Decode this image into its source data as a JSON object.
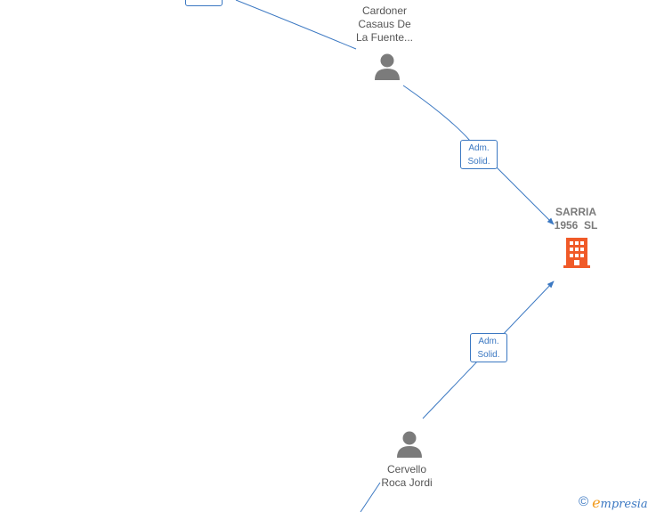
{
  "nodes": {
    "person_top": {
      "name_lines": [
        "Cardoner",
        "Casaus De",
        "La Fuente..."
      ]
    },
    "company": {
      "name_lines": [
        "SARRIA",
        "1956  SL"
      ]
    },
    "person_bottom": {
      "name_lines": [
        "Cervello",
        "Roca Jordi"
      ]
    }
  },
  "edges": [
    {
      "label_lines": [
        "Adm.",
        "Solid."
      ]
    },
    {
      "label_lines": [
        "Adm.",
        "Solid."
      ]
    }
  ],
  "brand": {
    "copyright": "©",
    "first_letter": "e",
    "rest": "mpresia"
  },
  "colors": {
    "edge": "#3b78c2",
    "person": "#7b7b7b",
    "company": "#f05a28",
    "brand_accent": "#f29a1b"
  },
  "icons": {
    "person": "person-icon",
    "company": "building-icon",
    "copyright": "copyright-icon"
  }
}
